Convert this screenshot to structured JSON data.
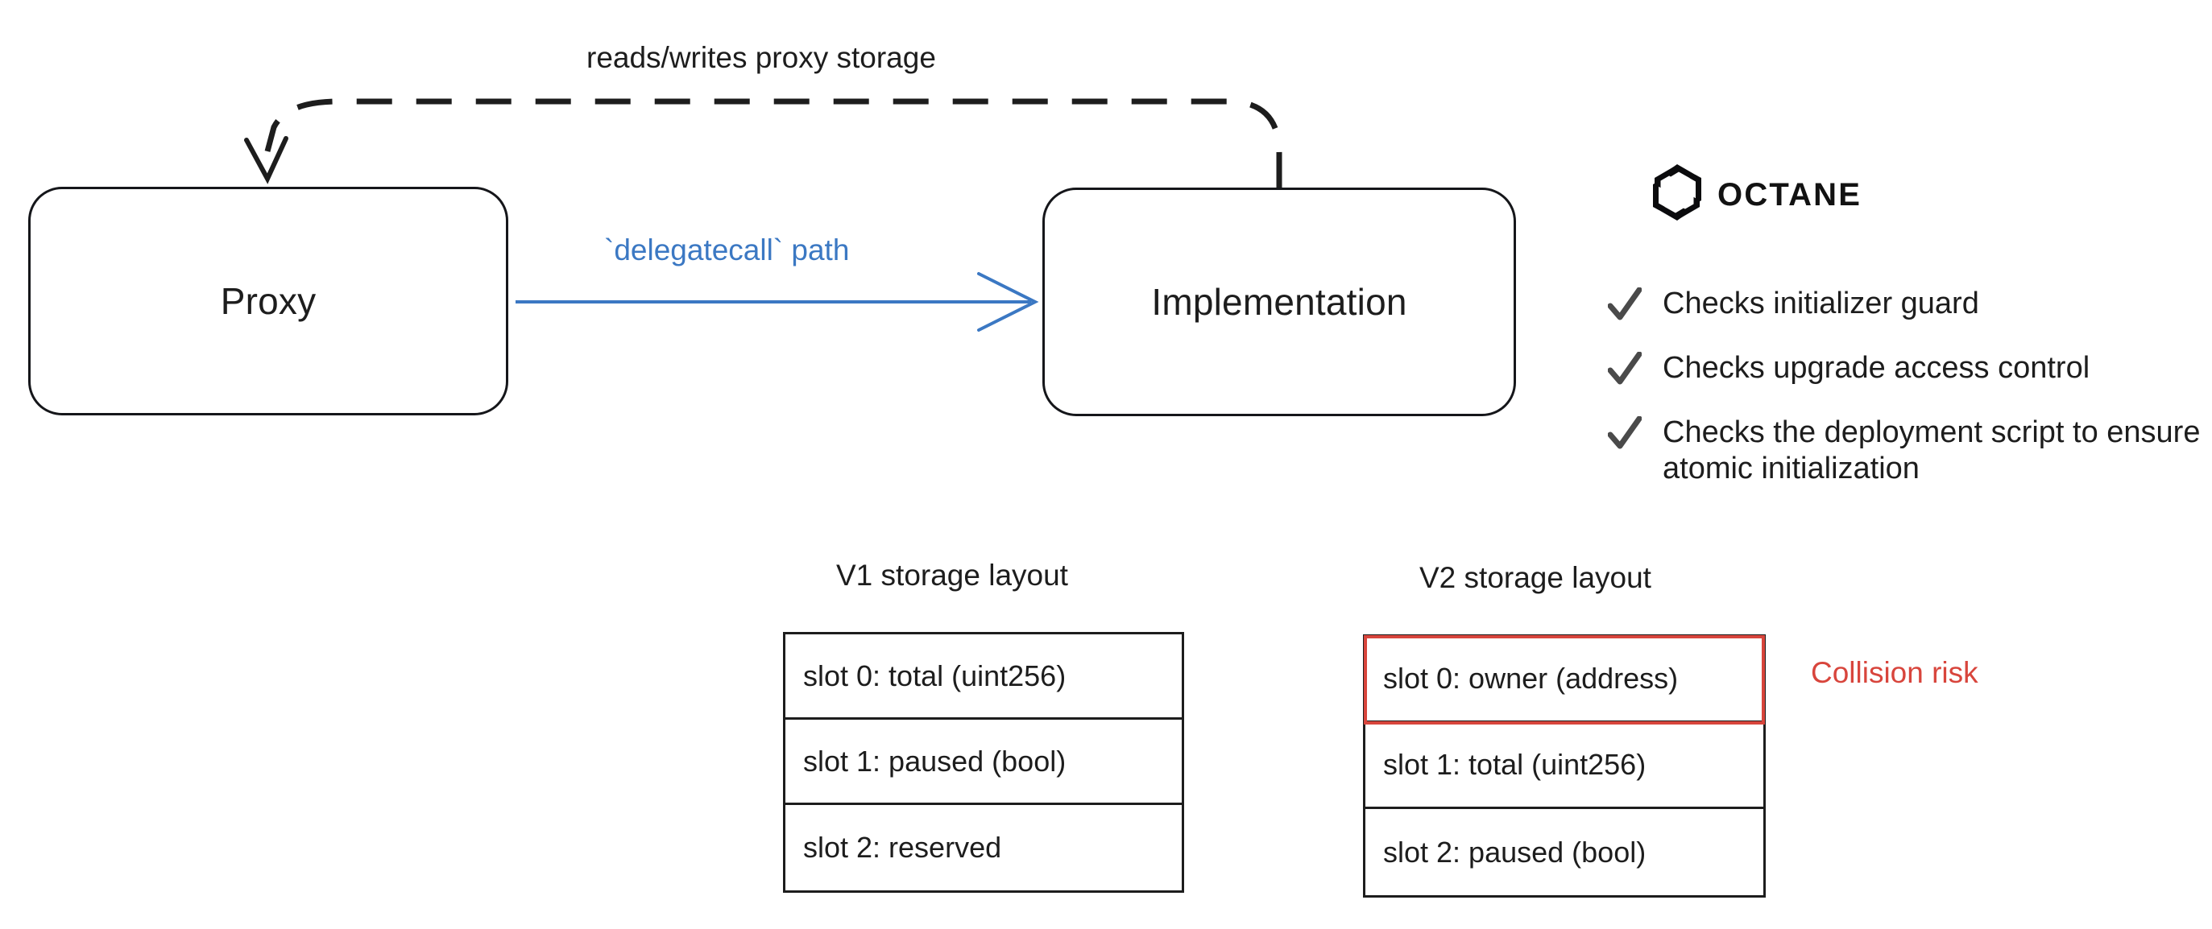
{
  "diagram": {
    "nodes": [
      {
        "id": "proxy",
        "label": "Proxy"
      },
      {
        "id": "implementation",
        "label": "Implementation"
      }
    ],
    "edges": [
      {
        "id": "storage-edge",
        "label": "reads/writes proxy storage",
        "style": "dashed",
        "color": "#1d1d1d"
      },
      {
        "id": "delegatecall-edge",
        "label": "`delegatecall` path",
        "style": "solid",
        "color": "#3b78c3"
      }
    ]
  },
  "brand": {
    "logo_icon": "octane-hexagon-logo-icon",
    "wordmark": "OCTANE"
  },
  "checklist": {
    "check_icon": "check-mark-icon",
    "items": [
      "Checks initializer guard",
      "Checks upgrade access control",
      "Checks the deployment script to ensure atomic initialization"
    ]
  },
  "storage_layouts": [
    {
      "id": "v1",
      "title": "V1 storage layout",
      "rows": [
        {
          "text": "slot 0: total (uint256)",
          "highlight": false
        },
        {
          "text": "slot 1: paused (bool)",
          "highlight": false
        },
        {
          "text": "slot 2: reserved",
          "highlight": false
        }
      ]
    },
    {
      "id": "v2",
      "title": "V2 storage layout",
      "rows": [
        {
          "text": "slot 0: owner (address)",
          "highlight": true
        },
        {
          "text": "slot 1: total (uint256)",
          "highlight": false
        },
        {
          "text": "slot 2: paused (bool)",
          "highlight": false
        }
      ]
    }
  ],
  "annotations": {
    "collision_risk": "Collision risk"
  },
  "colors": {
    "ink": "#1d1d1d",
    "accent_blue": "#3b78c3",
    "risk_red": "#d8453c",
    "background": "#ffffff"
  }
}
